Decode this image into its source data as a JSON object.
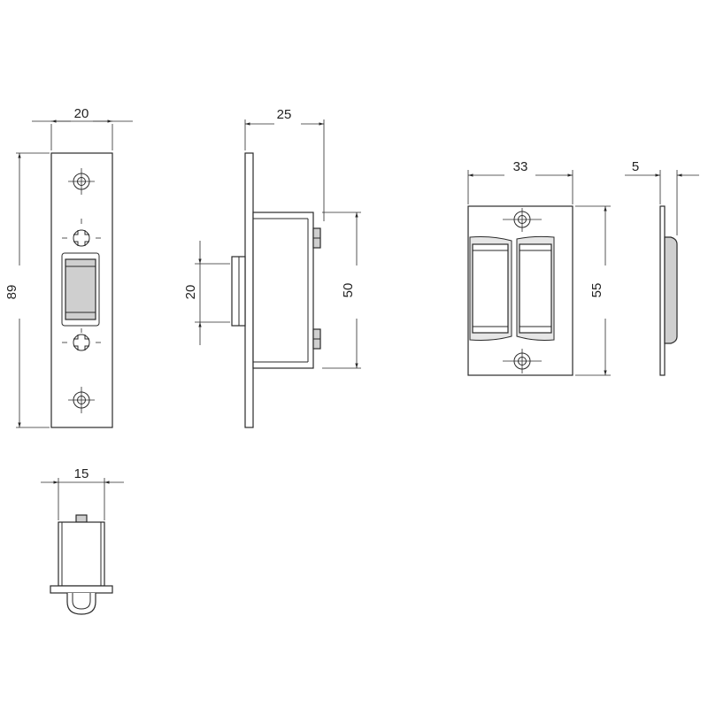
{
  "diagram": {
    "dimensions": {
      "faceplate_width": "20",
      "faceplate_height": "89",
      "body_depth": "25",
      "bolt_height": "20",
      "body_height": "50",
      "strike_width": "33",
      "strike_height": "55",
      "strike_thickness": "5",
      "end_width": "15"
    }
  }
}
